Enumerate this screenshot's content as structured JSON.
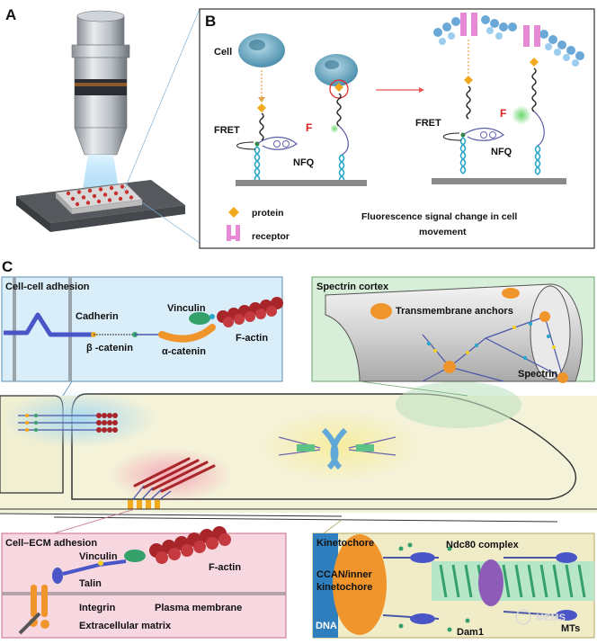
{
  "panels": {
    "a": "A",
    "b": "B",
    "c": "C"
  },
  "panel_b": {
    "cell": "Cell",
    "fret_left": "FRET",
    "f_left": "F",
    "nfq_left": "NFQ",
    "fret_right": "FRET",
    "f_right": "F",
    "nfq_right": "NFQ",
    "legend_protein": "protein",
    "legend_receptor": "receptor",
    "caption": [
      "Fluorescence signal change in cell",
      "movement"
    ]
  },
  "panel_c": {
    "cell_cell": {
      "title": "Cell-cell adhesion",
      "cadherin": "Cadherin",
      "vinculin": "Vinculin",
      "beta_catenin": "β -catenin",
      "alpha_catenin": "α-catenin",
      "f_actin": "F-actin"
    },
    "spectrin": {
      "title": "Spectrin cortex",
      "anchors": "Transmembrane anchors",
      "spectrin": "Spectrin"
    },
    "cell_ecm": {
      "title": "Cell–ECM  adhesion",
      "vinculin": "Vinculin",
      "f_actin": "F-actin",
      "talin": "Talin",
      "integrin": "Integrin",
      "plasma_membrane": "Plasma membrane",
      "ecm": "Extracellular matrix"
    },
    "kinetochore": {
      "kinetochore": "Kinetochore",
      "ndc80": "Ndc80 complex",
      "ccan": [
        "CCAN/inner",
        "kinetochore"
      ],
      "dna": "DNA",
      "dam1": "Dam1",
      "mts": "MTs"
    }
  },
  "watermark": "MEMS"
}
